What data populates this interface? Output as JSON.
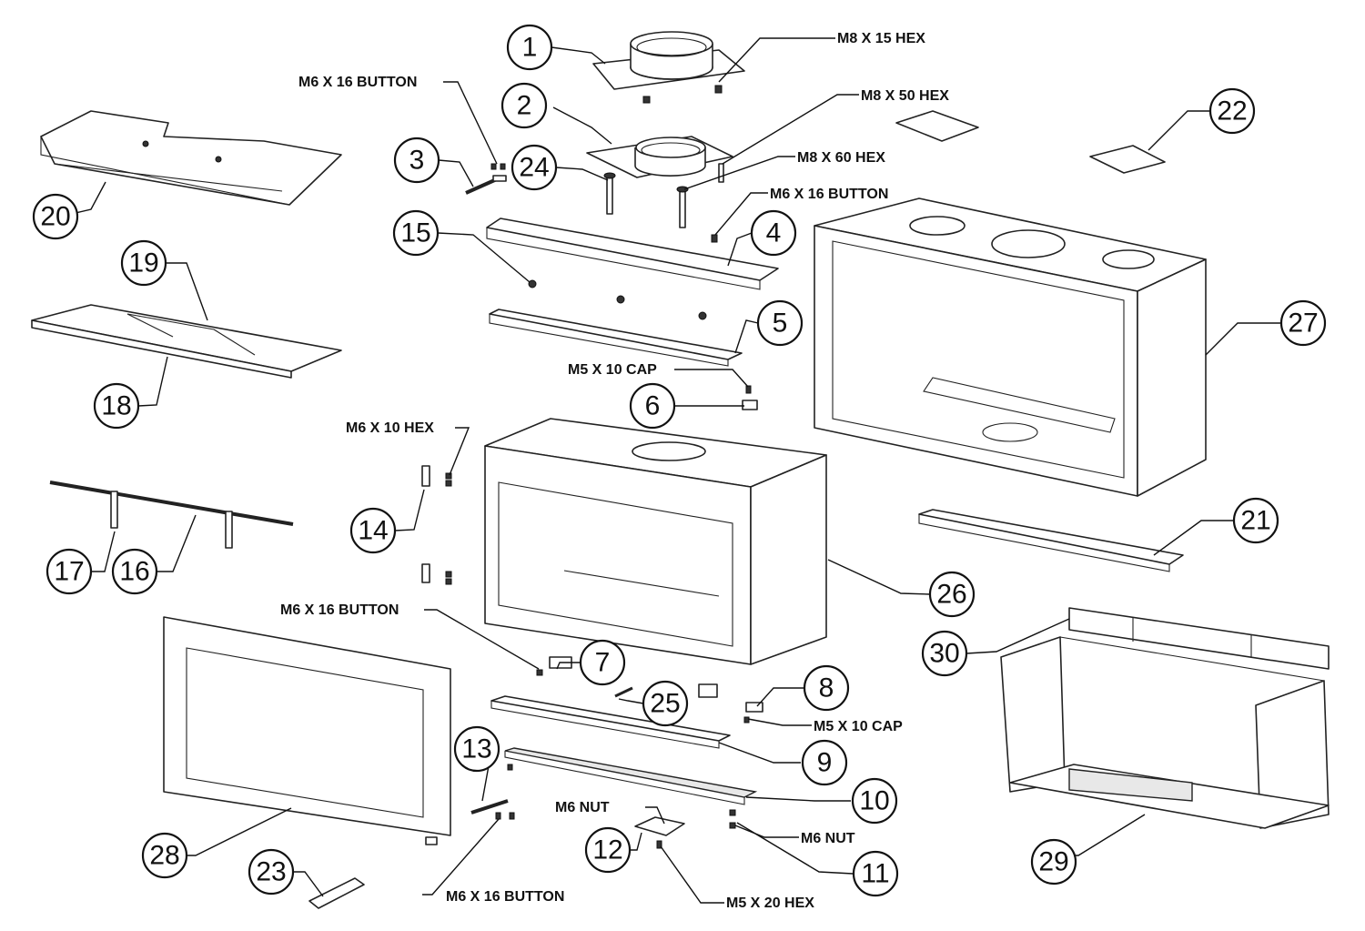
{
  "callouts": {
    "c1": "1",
    "c2": "2",
    "c3": "3",
    "c4": "4",
    "c5": "5",
    "c6": "6",
    "c7": "7",
    "c8": "8",
    "c9": "9",
    "c10": "10",
    "c11": "11",
    "c12": "12",
    "c13": "13",
    "c14": "14",
    "c15": "15",
    "c16": "16",
    "c17": "17",
    "c18": "18",
    "c19": "19",
    "c20": "20",
    "c21": "21",
    "c22": "22",
    "c23": "23",
    "c24": "24",
    "c25": "25",
    "c26": "26",
    "c27": "27",
    "c28": "28",
    "c29": "29",
    "c30": "30"
  },
  "fasteners": {
    "m8x15hex": "M8 X 15 HEX",
    "m6x16button_top": "M6 X 16 BUTTON",
    "m8x50hex": "M8 X 50 HEX",
    "m8x60hex": "M8 X 60 HEX",
    "m6x16button_right": "M6 X 16 BUTTON",
    "m5x10cap_top": "M5 X 10 CAP",
    "m6x10hex": "M6 X 10 HEX",
    "m6x16button_mid": "M6 X 16 BUTTON",
    "m5x10cap_bottom": "M5 X 10 CAP",
    "m6nut_left": "M6 NUT",
    "m6nut_right": "M6 NUT",
    "m6x16button_bottom": "M6 X 16 BUTTON",
    "m5x20hex": "M5 X 20 HEX"
  }
}
